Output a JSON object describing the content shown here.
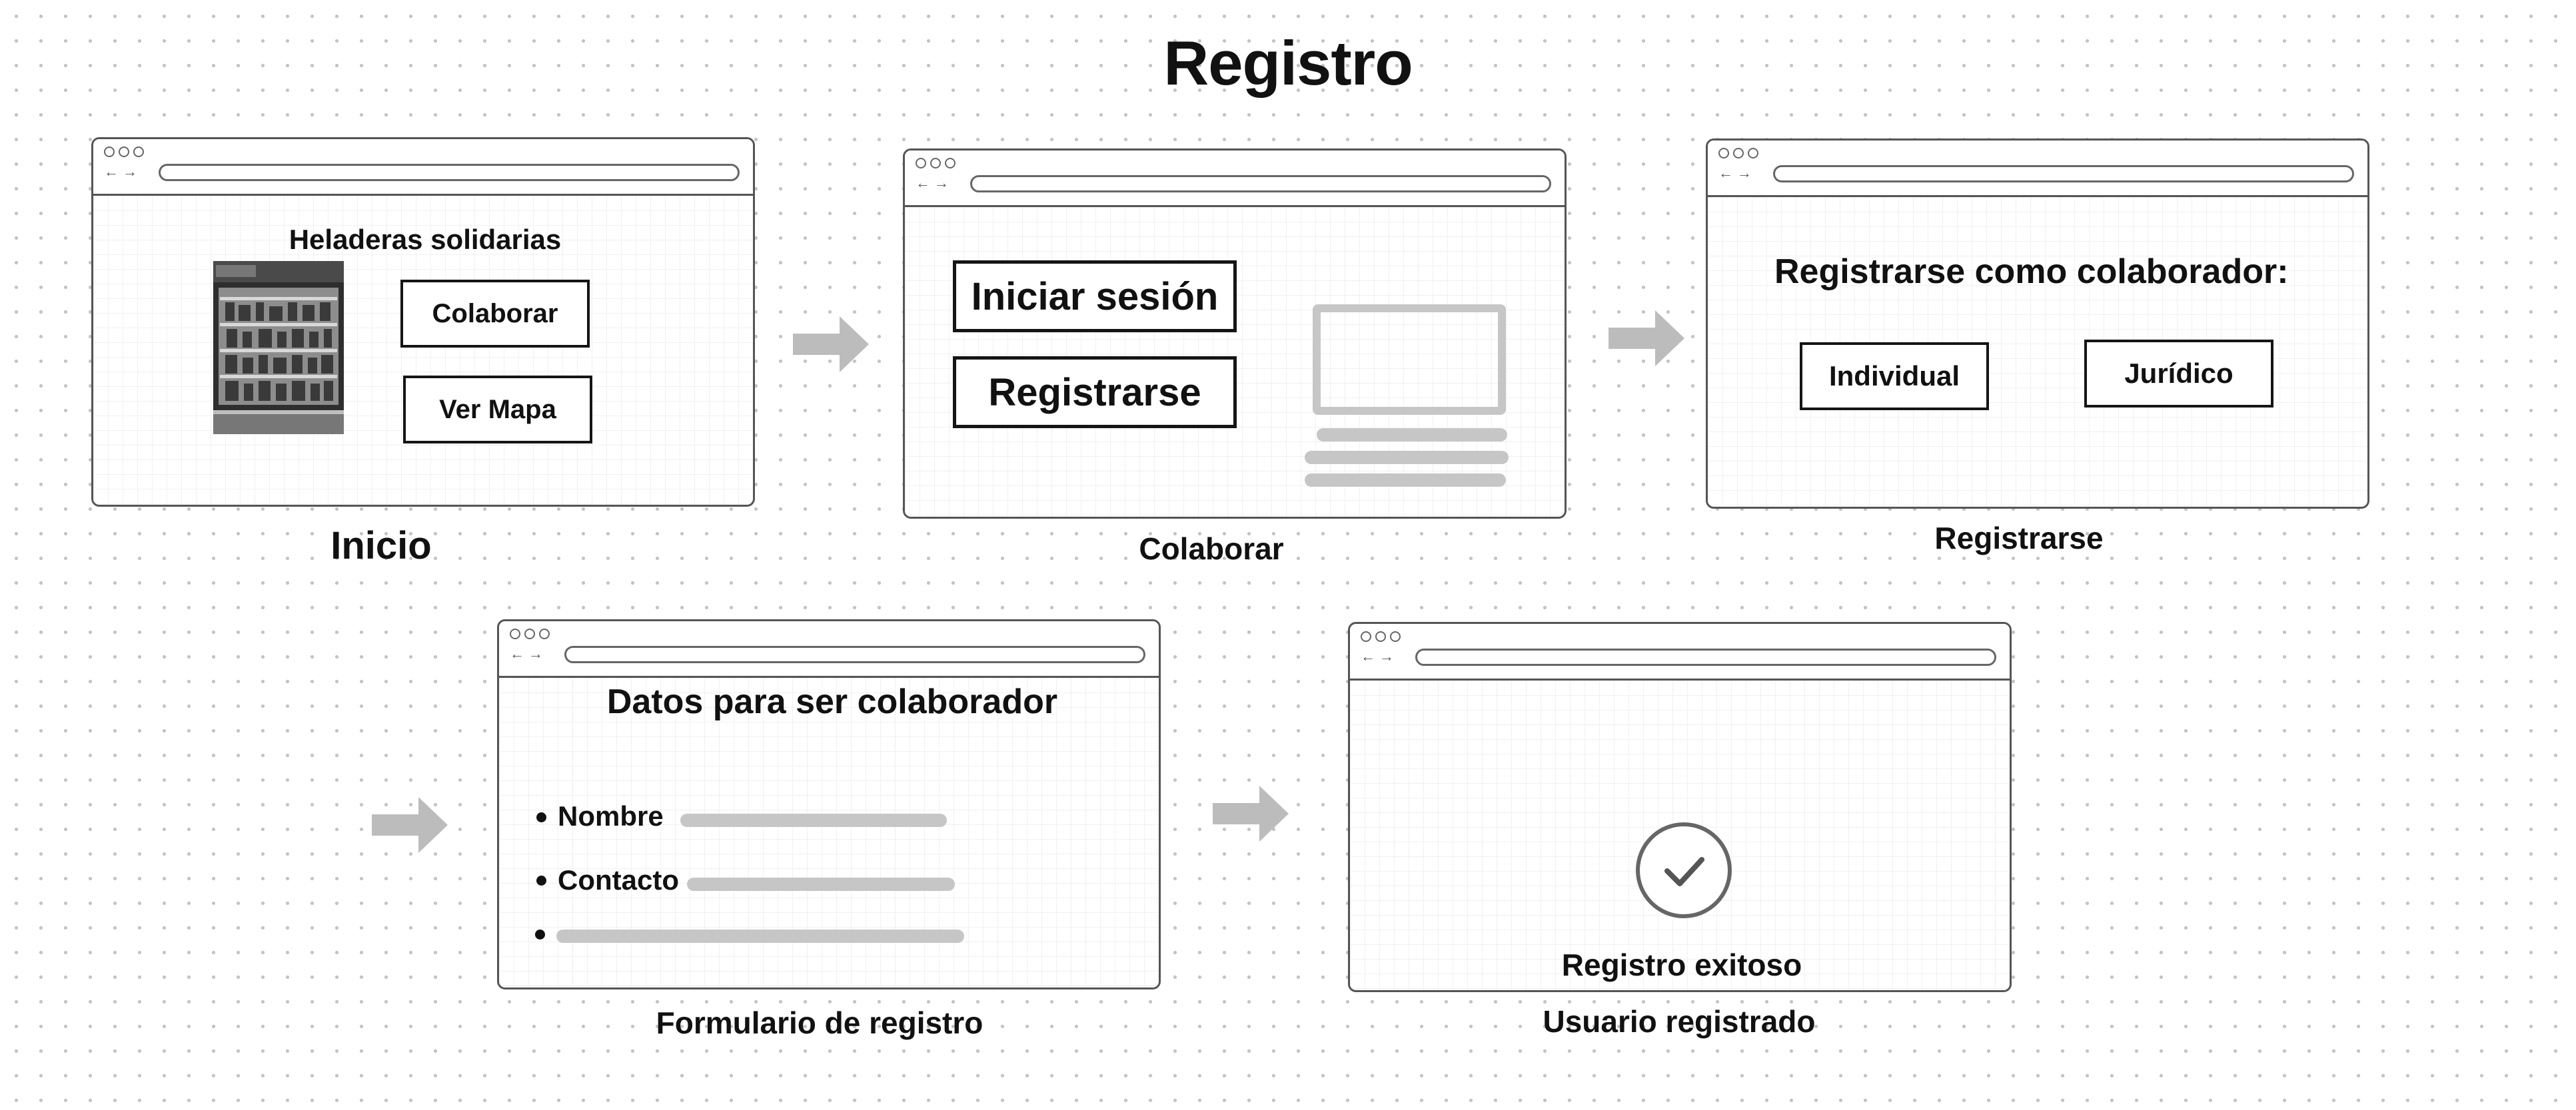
{
  "page": {
    "title": "Registro"
  },
  "screens": {
    "inicio": {
      "heading": "Heladeras solidarias",
      "colaborar_button": "Colaborar",
      "ver_mapa_button": "Ver Mapa",
      "caption": "Inicio"
    },
    "colaborar": {
      "iniciar_sesion_button": "Iniciar sesión",
      "registrarse_button": "Registrarse",
      "caption": "Colaborar"
    },
    "registrarse": {
      "heading": "Registrarse como colaborador:",
      "individual_button": "Individual",
      "juridico_button": "Jurídico",
      "caption": "Registrarse"
    },
    "formulario": {
      "heading": "Datos para ser colaborador",
      "fields": [
        "Nombre",
        "Contacto"
      ],
      "caption": "Formulario de registro"
    },
    "exito": {
      "message": "Registro exitoso",
      "caption": "Usuario registrado"
    }
  },
  "icons": {
    "arrow": "right-arrow-icon",
    "check": "check-circle-icon",
    "fridge": "display-fridge-illustration",
    "placeholder": "image-placeholder-icon"
  },
  "colors": {
    "arrow": "#bcbcbc",
    "placeholder_bars": "#c6c6c6",
    "window_border": "#555555",
    "button_border": "#151515"
  }
}
